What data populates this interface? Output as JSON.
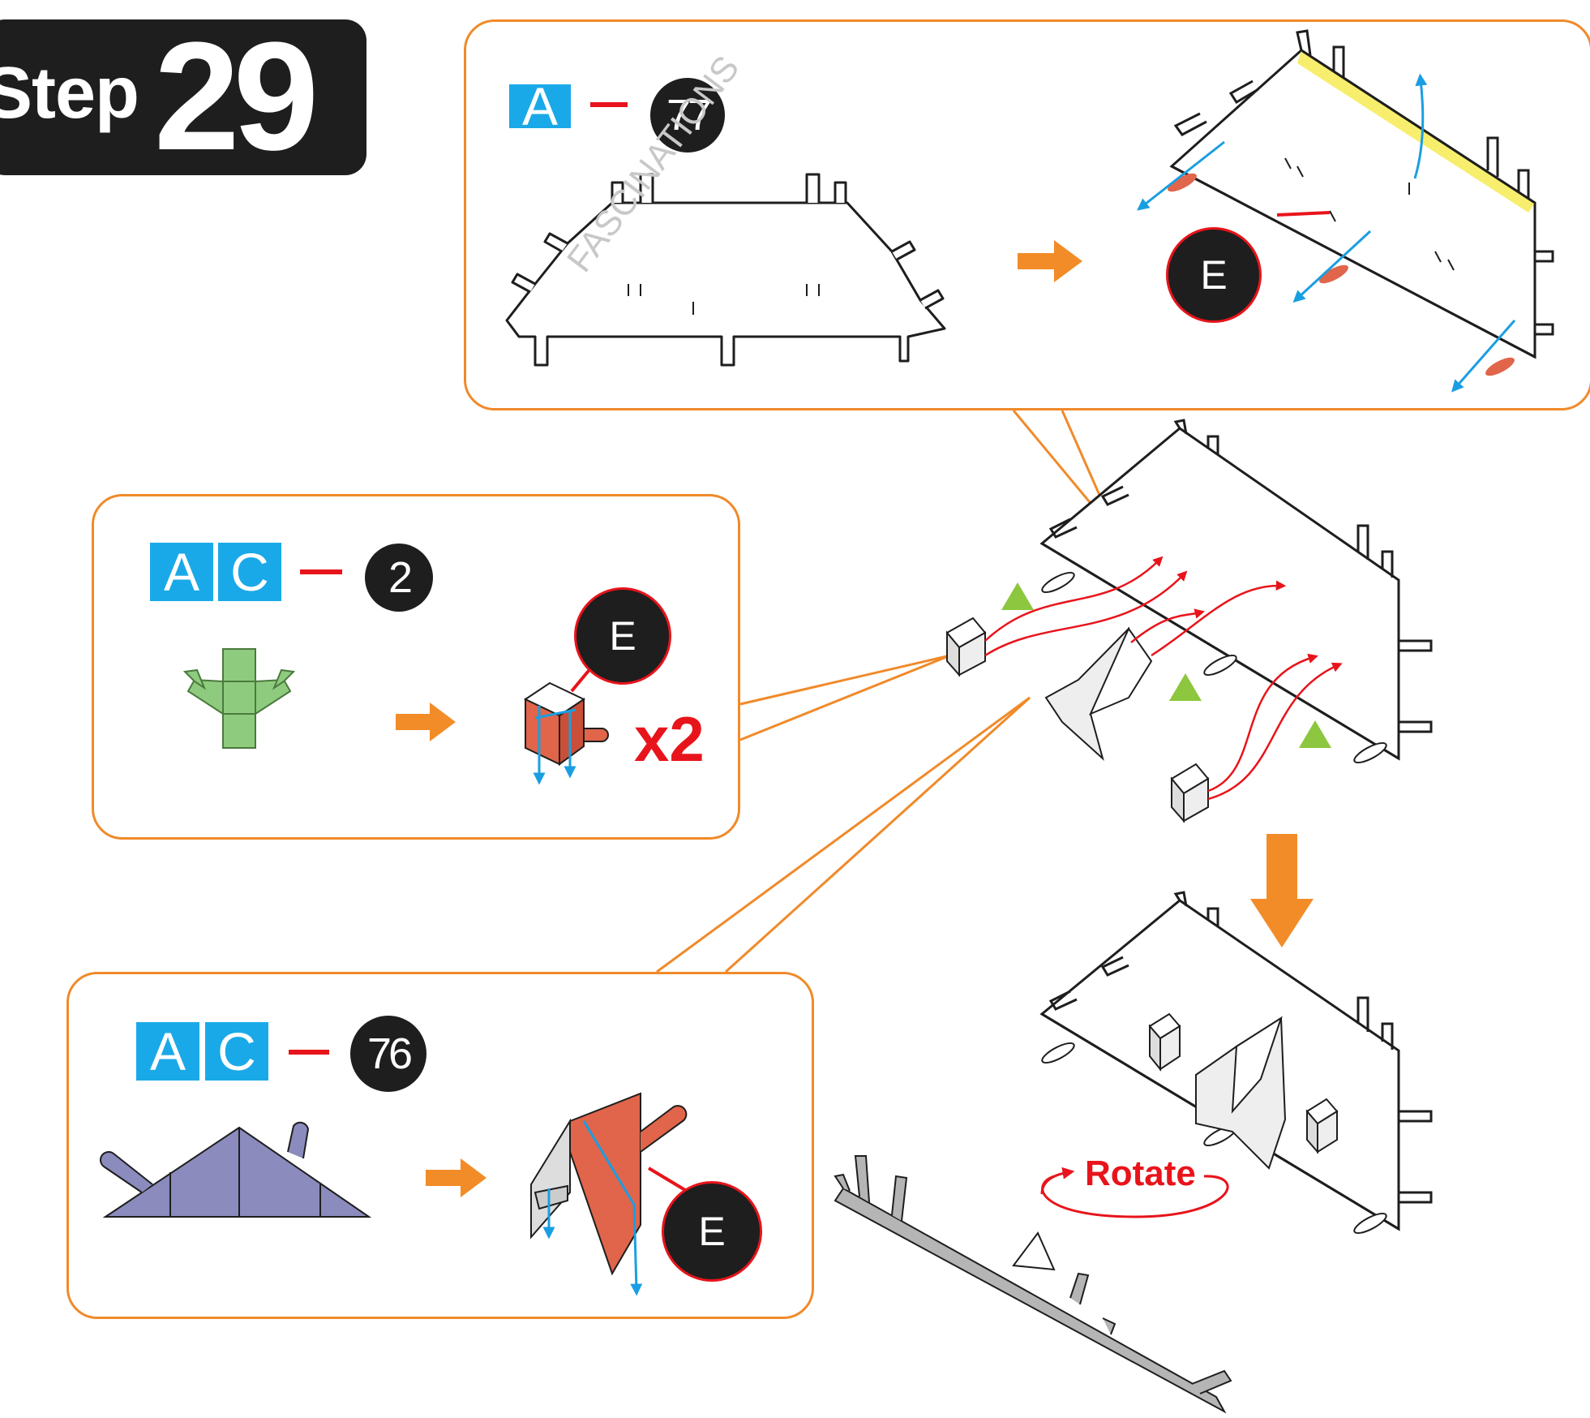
{
  "step": {
    "word": "Step",
    "number": "29"
  },
  "watermark": "FASCINATIONS",
  "panels": {
    "top": {
      "sheets": [
        "A"
      ],
      "part_number": "77",
      "glue_label": "E"
    },
    "middle": {
      "sheets": [
        "A",
        "C"
      ],
      "part_number": "2",
      "glue_label": "E",
      "quantity": "x2"
    },
    "bottom": {
      "sheets": [
        "A",
        "C"
      ],
      "part_number": "76",
      "glue_label": "E"
    }
  },
  "rotate_label": "Rotate",
  "colors": {
    "panel_border": "#f08a2a",
    "sheet_label_bg": "#1aa9e8",
    "dash": "#e8141b",
    "part2_flat": "#8fcb7e",
    "part76_flat": "#8b8bbd",
    "folded_part": "#e0654a",
    "glue_strip": "#f7ee6e",
    "indicator_triangle": "#8dc63f",
    "arrow_orange": "#f28c28",
    "fold_arrow_blue": "#1a9ee2",
    "glue_arrow_red": "#e8141b"
  },
  "icons": [
    "process-arrow-icon",
    "down-arrow-icon",
    "fold-arrow-icon",
    "glue-arrow-icon",
    "triangle-marker-icon",
    "rotate-arrow-icon"
  ]
}
